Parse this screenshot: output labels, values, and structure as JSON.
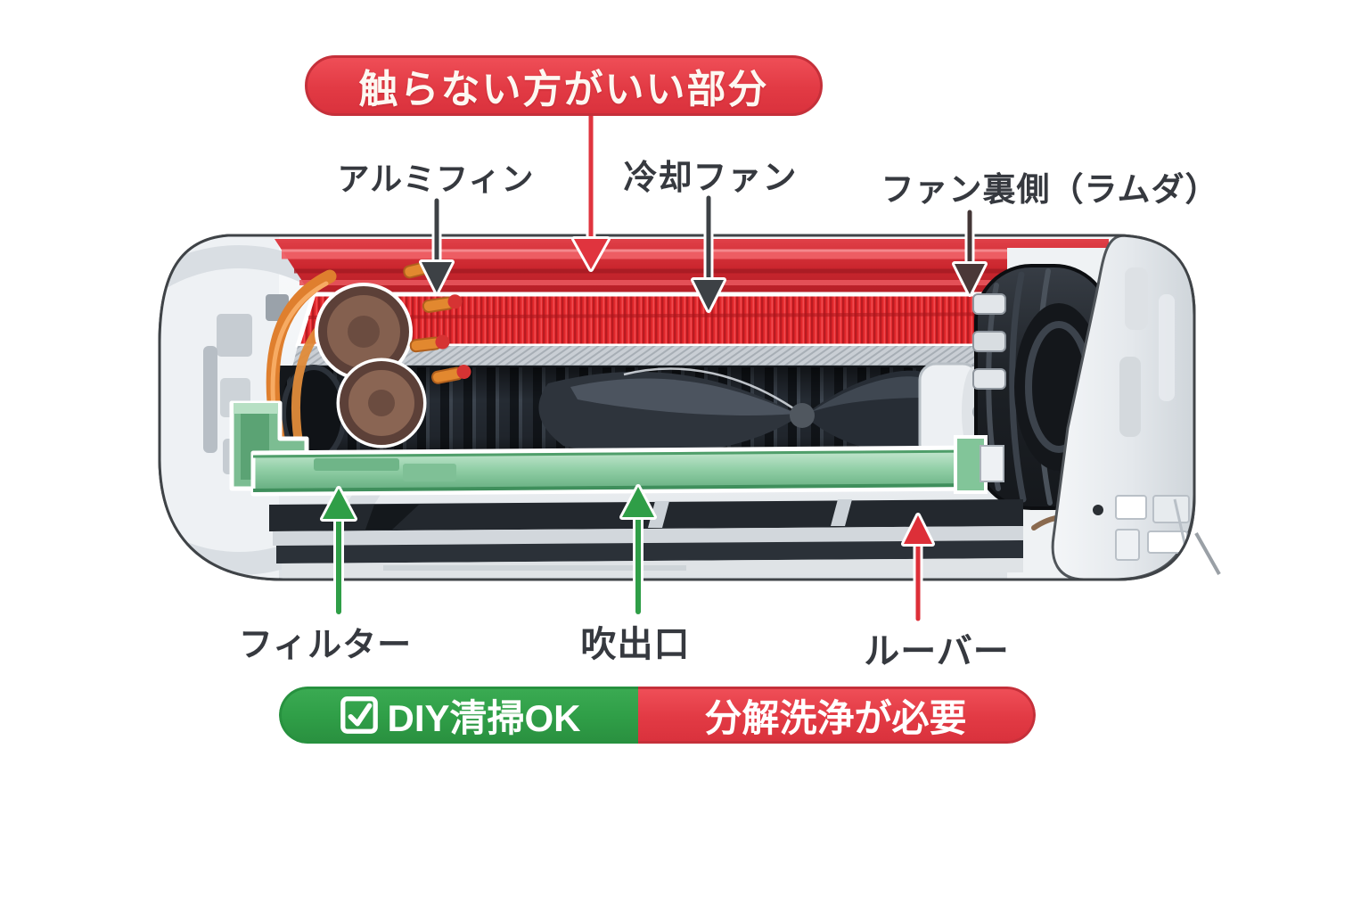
{
  "banner": {
    "text": "触らない方がいい部分"
  },
  "part_labels": {
    "top": [
      {
        "id": "aluminum-fins",
        "text": "アルミフィン"
      },
      {
        "id": "cooling-fan",
        "text": "冷却ファン"
      },
      {
        "id": "fan-back",
        "text": "ファン裏側（ラムダ）"
      }
    ],
    "bottom": [
      {
        "id": "filter",
        "text": "フィルター"
      },
      {
        "id": "outlet",
        "text": "吹出口"
      },
      {
        "id": "louver",
        "text": "ルーバー"
      }
    ]
  },
  "legend": {
    "ok_icon": "checkbox-checked-icon",
    "ok_label": "DIY清掃OK",
    "ng_label": "分解洗浄が必要"
  },
  "colors": {
    "danger_red": "#e5414b",
    "danger_border": "#c5303a",
    "safe_green": "#2f9e47",
    "label_text": "#36393f",
    "fin_red": "#e3282c",
    "filter_green": "#8fcfa4",
    "arrow_dark": "#3d4145",
    "arrow_red": "#e0343e",
    "arrow_green": "#2f9e47"
  }
}
